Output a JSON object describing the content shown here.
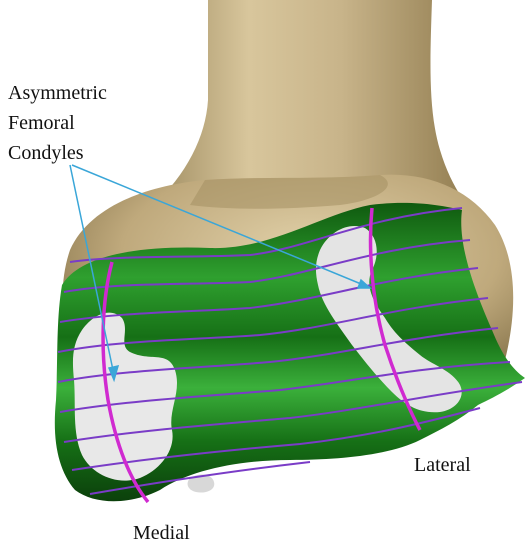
{
  "labels": {
    "callout_lines": [
      "Asymmetric",
      "Femoral",
      "Condyles"
    ],
    "lateral": "Lateral",
    "medial": "Medial"
  },
  "colors": {
    "bone": "#c8b58a",
    "bone_shadow": "#8c7a4f",
    "surface_green": "#1f8a1f",
    "surface_green_dark": "#0d4d0d",
    "cartilage_white": "#e6e6e6",
    "grid_purple": "#7a3cc7",
    "boundary_magenta": "#d02ad0",
    "arrow_blue": "#3aa6d8"
  }
}
